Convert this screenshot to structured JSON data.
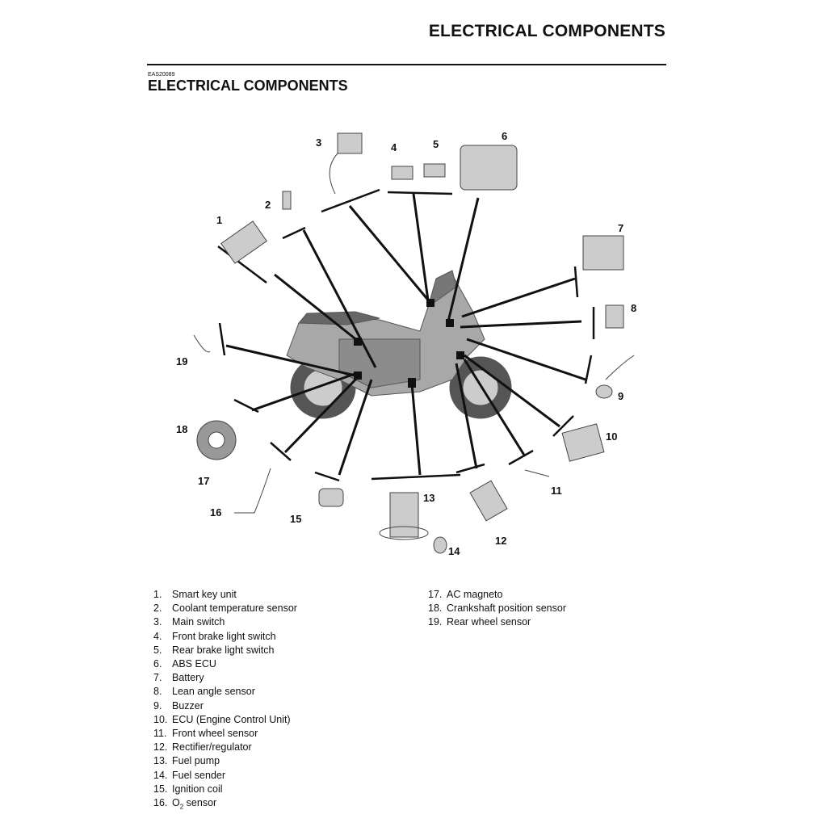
{
  "header": {
    "running_title": "ELECTRICAL COMPONENTS",
    "section_code": "EAS20089",
    "section_title": "ELECTRICAL COMPONENTS"
  },
  "diagram": {
    "callouts": [
      "1",
      "2",
      "3",
      "4",
      "5",
      "6",
      "7",
      "8",
      "9",
      "10",
      "11",
      "12",
      "13",
      "14",
      "15",
      "16",
      "17",
      "18",
      "19"
    ]
  },
  "legend": {
    "col1": [
      {
        "num": "1.",
        "label": "Smart key unit"
      },
      {
        "num": "2.",
        "label": "Coolant temperature sensor"
      },
      {
        "num": "3.",
        "label": "Main switch"
      },
      {
        "num": "4.",
        "label": "Front brake light switch"
      },
      {
        "num": "5.",
        "label": "Rear brake light switch"
      },
      {
        "num": "6.",
        "label": "ABS ECU"
      },
      {
        "num": "7.",
        "label": "Battery"
      },
      {
        "num": "8.",
        "label": "Lean angle sensor"
      },
      {
        "num": "9.",
        "label": "Buzzer"
      },
      {
        "num": "10.",
        "label": "ECU (Engine Control Unit)"
      },
      {
        "num": "11.",
        "label": "Front wheel sensor"
      },
      {
        "num": "12.",
        "label": "Rectifier/regulator"
      },
      {
        "num": "13.",
        "label": "Fuel pump"
      },
      {
        "num": "14.",
        "label": "Fuel sender"
      },
      {
        "num": "15.",
        "label": "Ignition coil"
      },
      {
        "num": "16.",
        "label_prefix": "O",
        "label_sub": "2",
        "label_suffix": " sensor"
      }
    ],
    "col2": [
      {
        "num": "17.",
        "label": "AC magneto"
      },
      {
        "num": "18.",
        "label": "Crankshaft position sensor"
      },
      {
        "num": "19.",
        "label": "Rear wheel sensor"
      }
    ]
  }
}
